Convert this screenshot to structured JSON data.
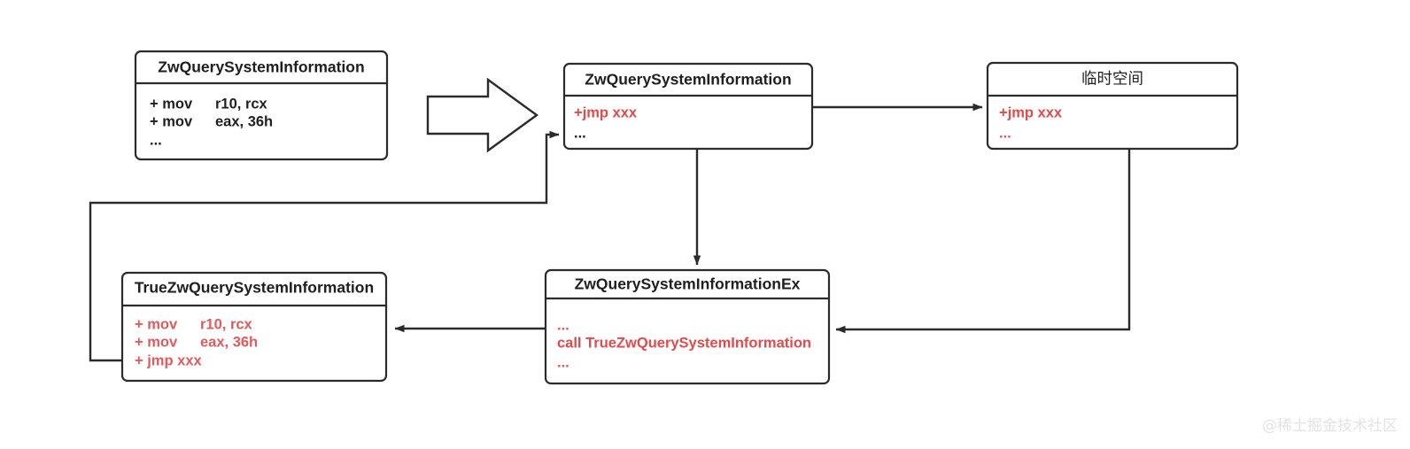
{
  "diagram": {
    "type": "flow-diagram",
    "title_absent": true,
    "colors": {
      "stroke": "#2b2b2b",
      "box_fill": "#ffffff",
      "text": "#1f1f1f",
      "accent_red": "#e04b4b",
      "watermark": "#e3e3e3",
      "background": "#ffffff"
    },
    "boxes": [
      {
        "id": "original-function",
        "title": "ZwQuerySystemInformation",
        "lines": [
          {
            "op": "+ mov",
            "arg": "r10, rcx",
            "color": "black"
          },
          {
            "op": "+ mov",
            "arg": "eax, 36h",
            "color": "black"
          },
          {
            "op": "...",
            "arg": "",
            "color": "black"
          }
        ]
      },
      {
        "id": "hooked-function",
        "title": "ZwQuerySystemInformation",
        "lines": [
          {
            "op": "+jmp xxx",
            "arg": "",
            "color": "red"
          },
          {
            "op": "...",
            "arg": "",
            "color": "black"
          }
        ]
      },
      {
        "id": "temp-space",
        "title": "临时空间",
        "lines": [
          {
            "op": "+jmp xxx",
            "arg": "",
            "color": "red"
          },
          {
            "op": "...",
            "arg": "",
            "color": "red"
          }
        ]
      },
      {
        "id": "trampoline",
        "title": "TrueZwQuerySystemInformation",
        "lines": [
          {
            "op": "+ mov",
            "arg": "r10, rcx",
            "color": "red"
          },
          {
            "op": "+ mov",
            "arg": "eax, 36h",
            "color": "red"
          },
          {
            "op": "+ jmp xxx",
            "arg": "",
            "color": "red"
          }
        ]
      },
      {
        "id": "detour-function",
        "title": "ZwQuerySystemInformationEx",
        "lines": [
          {
            "op": "...",
            "arg": "",
            "color": "red"
          },
          {
            "op": "call TrueZwQuerySystemInformation",
            "arg": "",
            "color": "red"
          },
          {
            "op": "...",
            "arg": "",
            "color": "red"
          }
        ]
      }
    ],
    "connectors": [
      {
        "id": "transform-block-arrow",
        "from": "original-function",
        "to": "hooked-function",
        "style": "block-arrow"
      },
      {
        "id": "hooked-to-temp",
        "from": "hooked-function",
        "to": "temp-space",
        "style": "line-arrow"
      },
      {
        "id": "hooked-to-detour",
        "from": "hooked-function",
        "to": "detour-function",
        "style": "line-arrow"
      },
      {
        "id": "temp-to-detour",
        "from": "temp-space",
        "to": "detour-function",
        "style": "line-arrow"
      },
      {
        "id": "detour-to-trampoline",
        "from": "detour-function",
        "to": "trampoline",
        "style": "line-arrow"
      },
      {
        "id": "trampoline-to-hooked",
        "from": "trampoline",
        "to": "hooked-function",
        "style": "line-arrow"
      }
    ],
    "watermark": "@稀土掘金技术社区"
  }
}
